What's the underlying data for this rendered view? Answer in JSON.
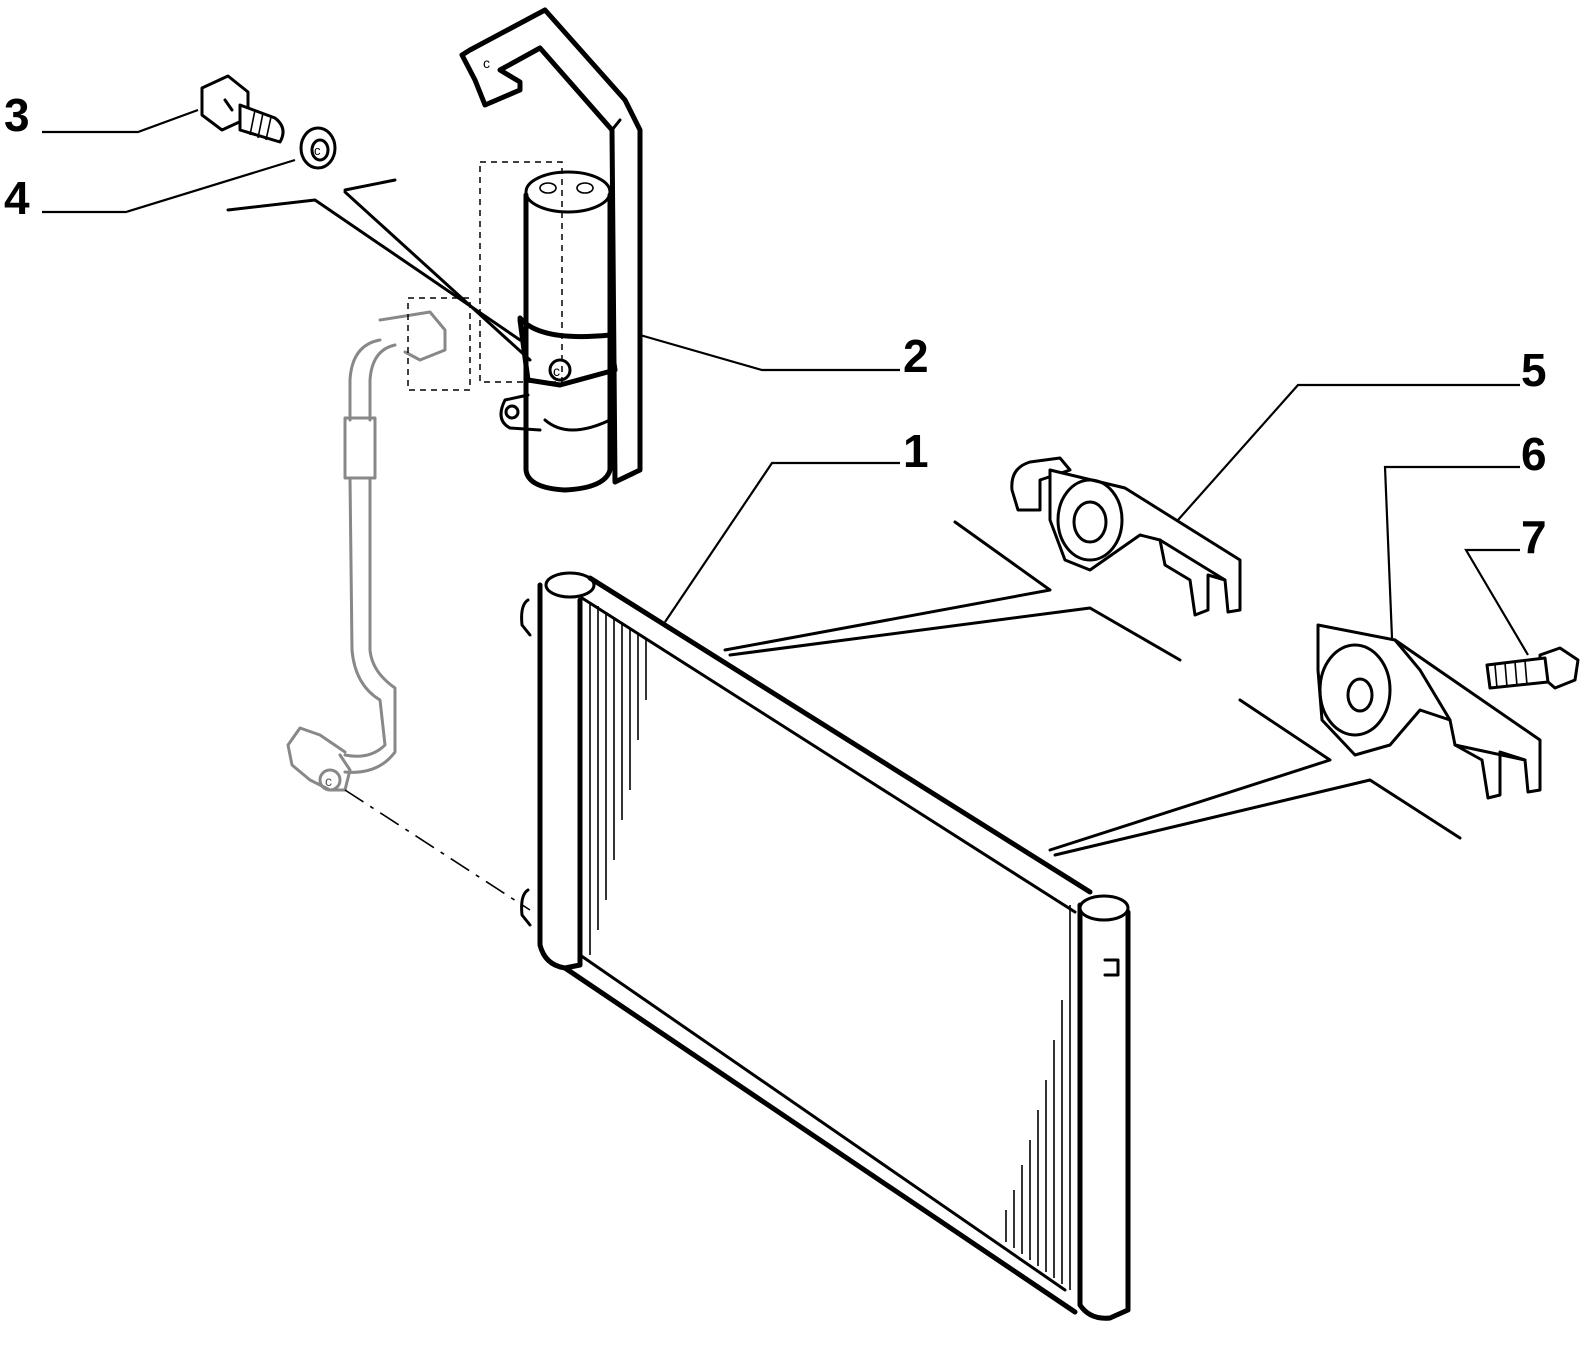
{
  "callouts": [
    {
      "id": "1",
      "label": "1"
    },
    {
      "id": "2",
      "label": "2"
    },
    {
      "id": "3",
      "label": "3"
    },
    {
      "id": "4",
      "label": "4"
    },
    {
      "id": "5",
      "label": "5"
    },
    {
      "id": "6",
      "label": "6"
    },
    {
      "id": "7",
      "label": "7"
    }
  ],
  "part_markings": {
    "bracket_mark": "c",
    "washer_mark": "c",
    "fitting_mark": "c",
    "dryer_mark": "c"
  }
}
